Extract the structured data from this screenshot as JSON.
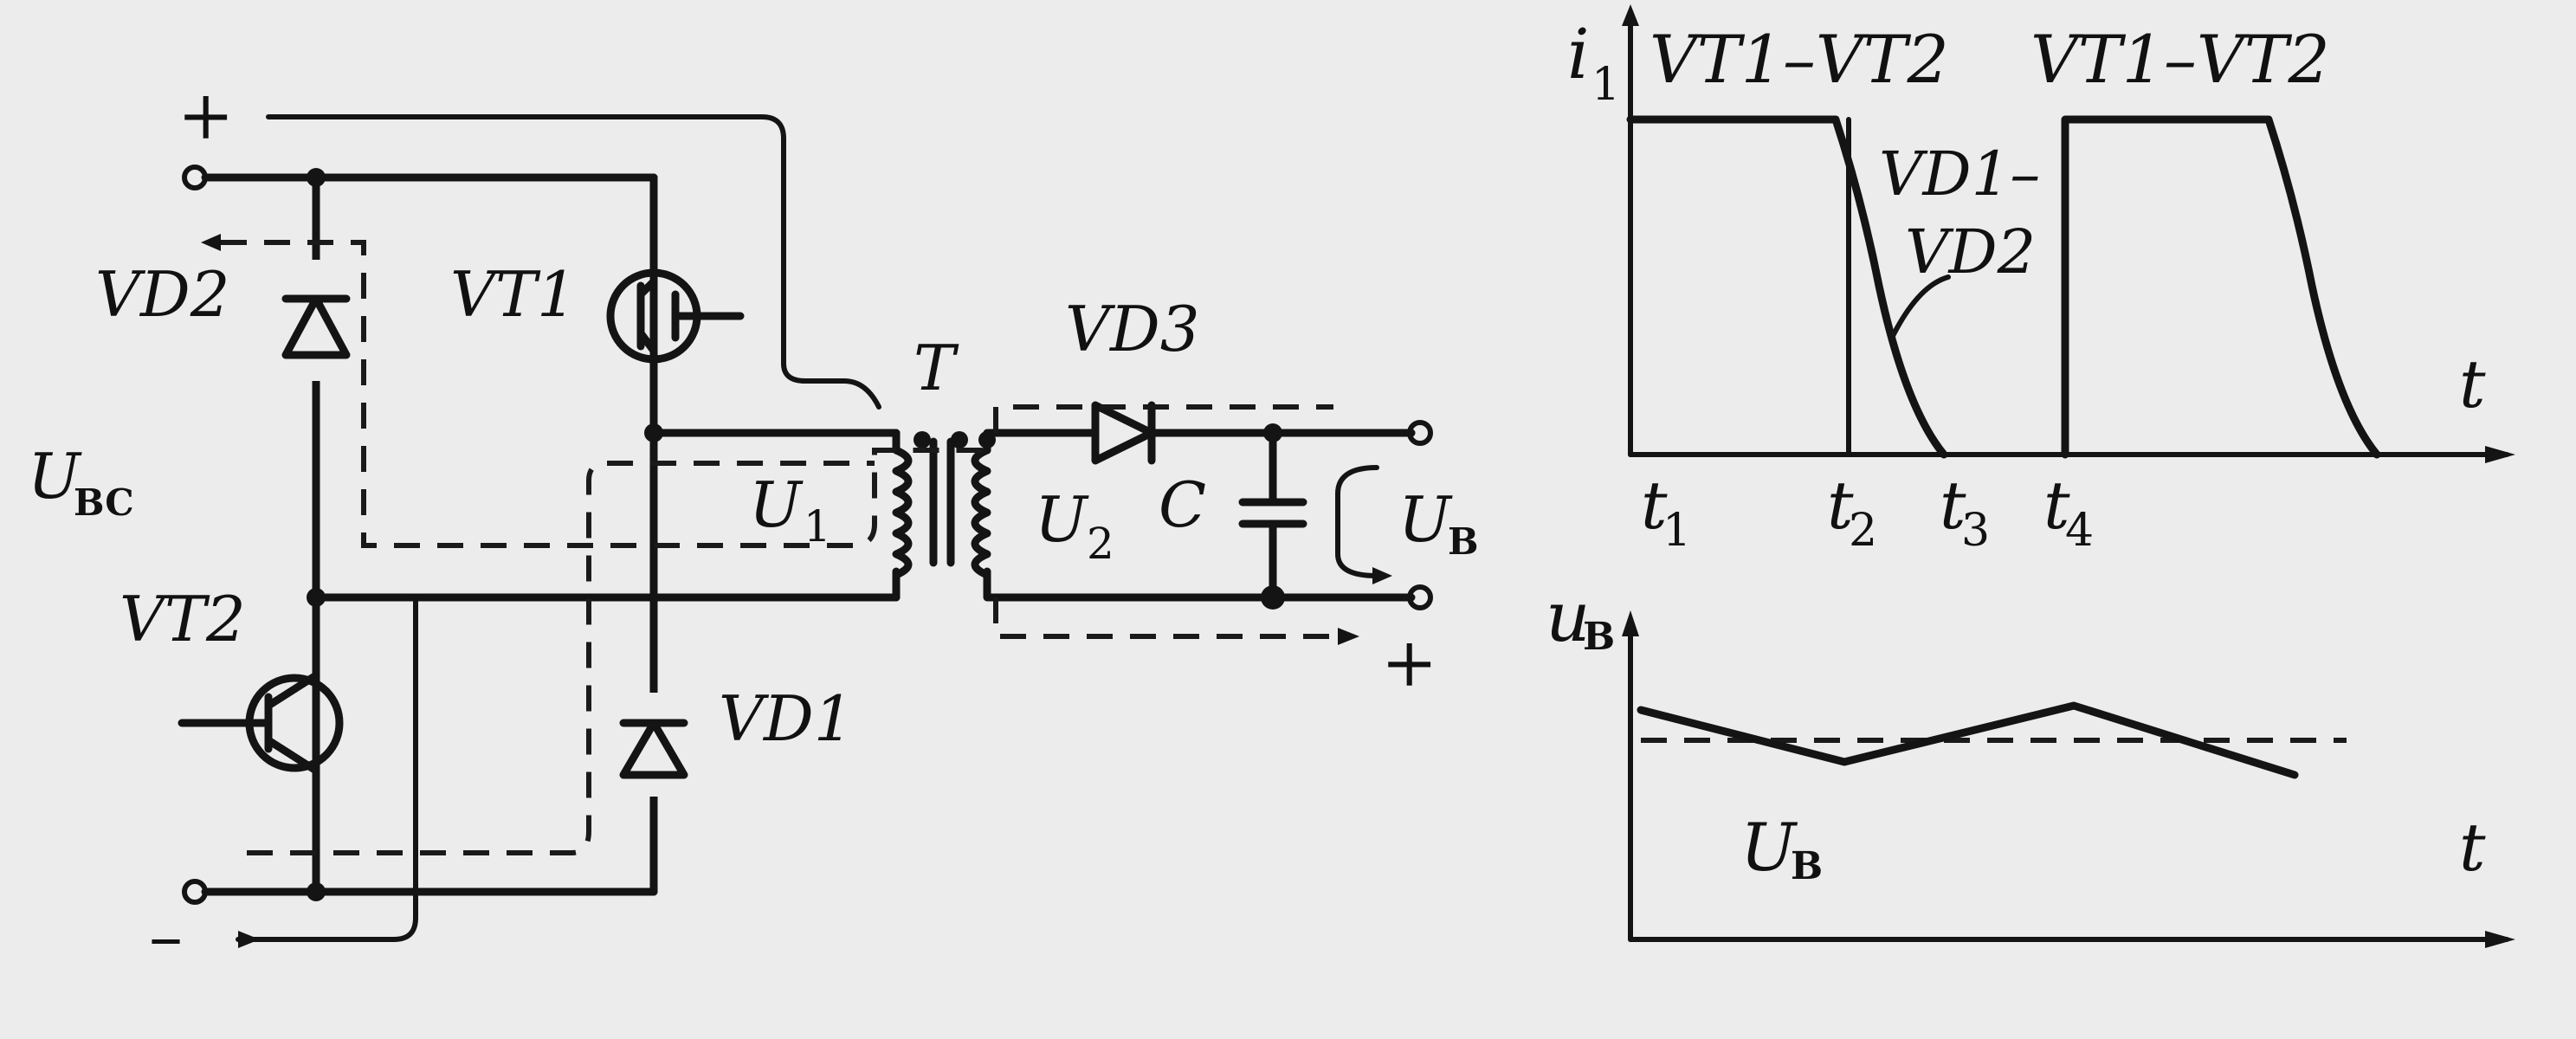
{
  "circuit": {
    "labels": {
      "plus_in": "+",
      "minus_in": "–",
      "vd2": "VD2",
      "vt1": "VT1",
      "u_bc": "U",
      "u_bc_sub": "BC",
      "vt2": "VT2",
      "vd1": "VD1",
      "t": "T",
      "vd3": "VD3",
      "u1": "U",
      "u1_sub": "1",
      "u2": "U",
      "u2_sub": "2",
      "c": "C",
      "u_b": "U",
      "u_b_sub": "B",
      "plus_out": "+"
    }
  },
  "current_graph": {
    "axis_label": "i",
    "axis_label_sub": "1",
    "x_axis_label": "t",
    "conducting_label_1": "VT1–VT2",
    "conducting_label_2": "VT1–VT2",
    "diode_label_line1": "VD1–",
    "diode_label_line2": "VD2",
    "tick_labels": [
      {
        "text": "t",
        "sub": "1"
      },
      {
        "text": "t",
        "sub": "2"
      },
      {
        "text": "t",
        "sub": "3"
      },
      {
        "text": "t",
        "sub": "4"
      }
    ]
  },
  "voltage_graph": {
    "axis_label": "u",
    "axis_label_sub": "B",
    "x_axis_label": "t",
    "level_label": "U",
    "level_label_sub": "B"
  },
  "colors": {
    "ink": "#141414",
    "paper": "#ececec"
  }
}
